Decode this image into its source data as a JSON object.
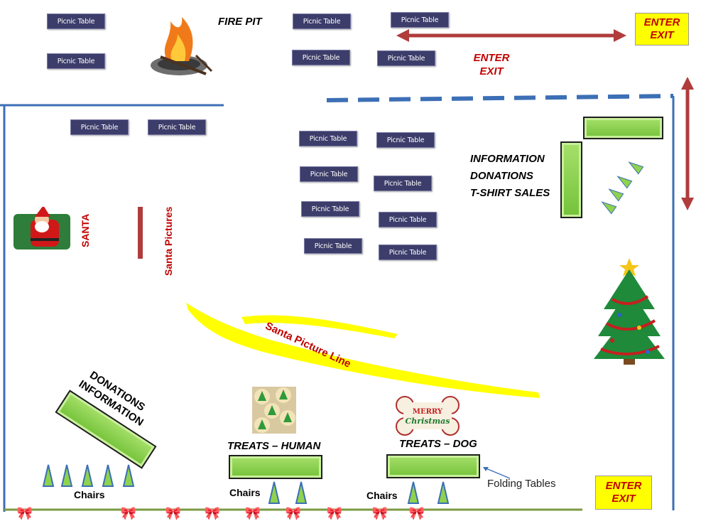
{
  "picnic_table_label": "Picnic Table",
  "labels": {
    "fire_pit": "FIRE PIT",
    "enter": "ENTER",
    "exit": "EXIT",
    "santa": "SANTA",
    "santa_pictures": "Santa Pictures",
    "santa_picture_line": "Santa Picture Line",
    "info_lines": [
      "INFORMATION",
      "DONATIONS",
      "T-SHIRT SALES"
    ],
    "donations": "DONATIONS",
    "information": "INFORMATION",
    "treats_human": "TREATS – HUMAN",
    "treats_dog": "TREATS – DOG",
    "chairs": "Chairs",
    "folding_tables": "Folding Tables",
    "merry": "MERRY",
    "christmas": "Christmas"
  },
  "colors": {
    "table_fill": "#3d3d6b",
    "green_table": "#8fd24e",
    "wall_blue": "#3c6fb5",
    "arrow_red": "#b03c3c",
    "enter_exit_box": "#ffff00",
    "santa_line": "#ffff00"
  },
  "icons": [
    "fire-pit-icon",
    "santa-icon",
    "christmas-tree-icon",
    "cookies-icon",
    "dog-bone-icon",
    "chair-icon",
    "bow-icon"
  ]
}
